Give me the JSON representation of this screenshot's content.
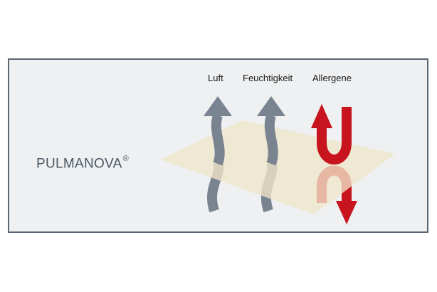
{
  "brand": {
    "name": "PULMANOVA",
    "mark": "®"
  },
  "labels": {
    "air": "Luft",
    "moisture": "Feuchtigkeit",
    "allergens": "Allergene"
  },
  "colors": {
    "frame_border": "#5b6673",
    "frame_fill": "#eef0f2",
    "membrane": "#efe6c9",
    "passing_arrow": "#7a8491",
    "blocked_arrow": "#c8141e",
    "brand_text": "#4a5661"
  },
  "icons": {
    "air_arrow": "wavy-up-arrow-icon",
    "moisture_arrow": "wavy-up-arrow-icon",
    "allergen_arrow": "u-turn-arrows-icon"
  }
}
